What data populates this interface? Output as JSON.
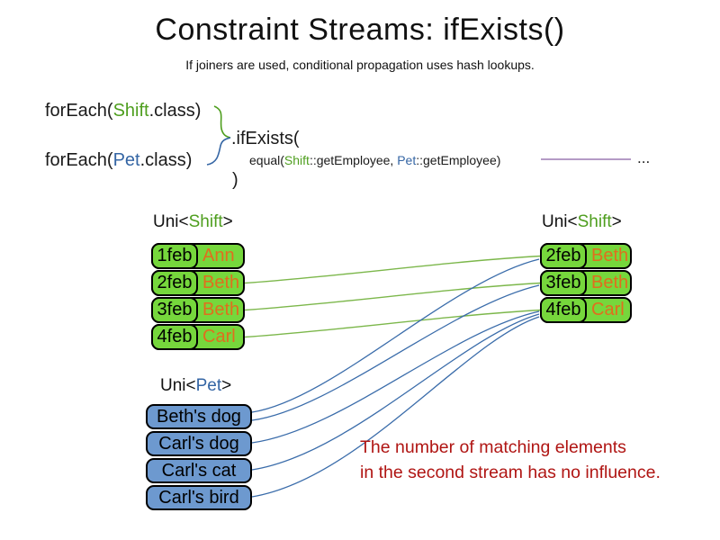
{
  "title": "Constraint Streams: ifExists()",
  "subtitle": "If joiners are used, conditional propagation uses hash lookups.",
  "code": {
    "foreach_shift": {
      "pre": "forEach(",
      "type": "Shift",
      "post": ".class)"
    },
    "foreach_pet": {
      "pre": "forEach(",
      "type": "Pet",
      "post": ".class)"
    },
    "if_exists": ".ifExists(",
    "equal": {
      "pre": "equal(",
      "shift": "Shift",
      "mid": "::getEmployee, ",
      "pet": "Pet",
      "post": "::getEmployee)"
    },
    "ellipsis": "...",
    "close_paren": ")"
  },
  "tables": {
    "left_shift": {
      "label": {
        "pre": "Uni<",
        "type": "Shift",
        "post": ">"
      },
      "rows": [
        {
          "date": "1feb",
          "name": "Ann"
        },
        {
          "date": "2feb",
          "name": "Beth"
        },
        {
          "date": "3feb",
          "name": "Beth"
        },
        {
          "date": "4feb",
          "name": "Carl"
        }
      ]
    },
    "right_shift": {
      "label": {
        "pre": "Uni<",
        "type": "Shift",
        "post": ">"
      },
      "rows": [
        {
          "date": "2feb",
          "name": "Beth"
        },
        {
          "date": "3feb",
          "name": "Beth"
        },
        {
          "date": "4feb",
          "name": "Carl"
        }
      ]
    },
    "pet": {
      "label": {
        "pre": "Uni<",
        "type": "Pet",
        "post": ">"
      },
      "rows": [
        {
          "name": "Beth's dog"
        },
        {
          "name": "Carl's dog"
        },
        {
          "name": "Carl's cat"
        },
        {
          "name": "Carl's bird"
        }
      ]
    }
  },
  "connections": {
    "shift_to_shift": [
      {
        "from": "2feb Beth",
        "to": "2feb Beth"
      },
      {
        "from": "3feb Beth",
        "to": "3feb Beth"
      },
      {
        "from": "4feb Carl",
        "to": "4feb Carl"
      }
    ],
    "pet_to_shift": [
      {
        "from": "Beth's dog",
        "to": "2feb Beth"
      },
      {
        "from": "Beth's dog",
        "to": "3feb Beth"
      },
      {
        "from": "Carl's dog",
        "to": "4feb Carl"
      },
      {
        "from": "Carl's cat",
        "to": "4feb Carl"
      },
      {
        "from": "Carl's bird",
        "to": "4feb Carl"
      }
    ]
  },
  "note": {
    "line1": "The number of matching elements",
    "line2": "in the second stream has no influence."
  },
  "colors": {
    "shift_green_text": "#4e9e1e",
    "pet_blue_text": "#3465a4",
    "shift_box_fill": "#76d73c",
    "pet_box_fill": "#6d99cf",
    "name_orange": "#e06e1e",
    "connector_green": "#7cb74b",
    "connector_blue": "#3a6caa",
    "joiner_purple": "#9b7ab3",
    "note_red": "#b01513"
  }
}
